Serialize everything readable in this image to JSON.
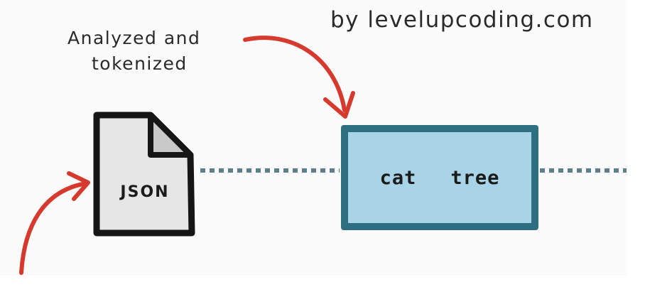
{
  "diagram": {
    "credit": "by levelupcoding.com",
    "caption_lines": [
      "Analyzed and",
      "tokenized"
    ],
    "document_label": "JSON",
    "tokens": [
      "cat",
      "tree"
    ]
  },
  "colors": {
    "arrow": "#d63a2e",
    "box_border": "#2d6e80",
    "box_fill": "#a9d3e6",
    "doc_fill": "#e6e6e6",
    "doc_fold": "#c9c9c9",
    "ink": "#1b1b1b",
    "dotted_line": "#5c7f8c"
  },
  "icons": {
    "document": "document-icon",
    "arrow": "curved-arrow-icon"
  }
}
